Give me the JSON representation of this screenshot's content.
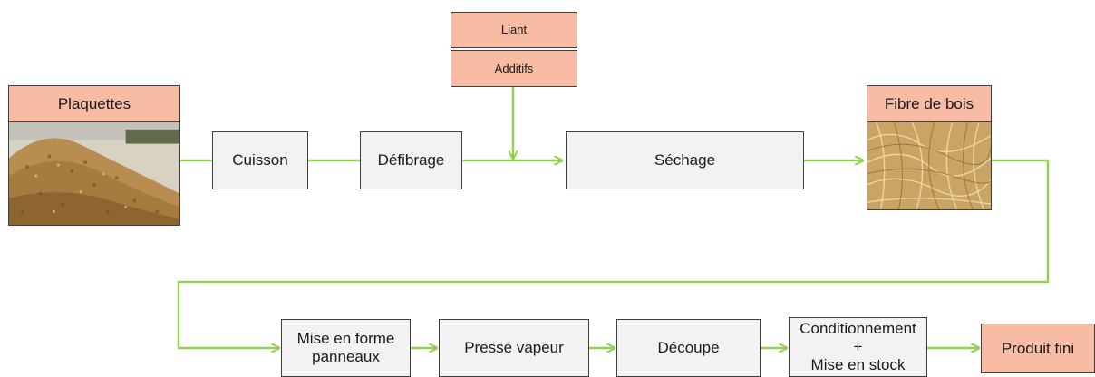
{
  "inputs": {
    "liant": "Liant",
    "additifs": "Additifs"
  },
  "raw_material": {
    "label": "Plaquettes",
    "photo_icon": "wood-chips-pile"
  },
  "row1": {
    "cuisson": "Cuisson",
    "defibrage": "Défibrage",
    "sechage": "Séchage"
  },
  "intermediate": {
    "label": "Fibre de bois",
    "photo_icon": "wood-fibre"
  },
  "row2": {
    "mise_en_forme_line1": "Mise en forme",
    "mise_en_forme_line2": "panneaux",
    "presse_vapeur": "Presse vapeur",
    "decoupe": "Découpe",
    "conditionnement_line1": "Conditionnement",
    "conditionnement_line2": "+",
    "conditionnement_line3": "Mise en stock"
  },
  "output": {
    "label": "Produit fini"
  },
  "colors": {
    "connector": "#92d050",
    "box_fill": "#f2f2f2",
    "input_fill": "#f8bba4",
    "border": "#3f3f3f"
  }
}
